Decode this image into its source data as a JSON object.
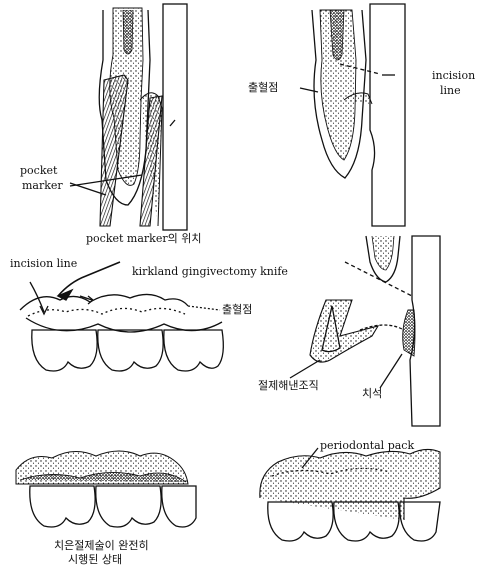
{
  "panels": {
    "pocket_marker": {
      "marker_label_line1": "pocket",
      "marker_label_line2": "marker",
      "caption": "pocket marker의 위치"
    },
    "incision_points": {
      "bleeding_point_label": "출혈점",
      "incision_line_line1": "incision",
      "incision_line_line2": "line"
    },
    "gingivectomy_incision": {
      "incision_line_label": "incision line",
      "knife_label": "kirkland gingivectomy knife",
      "bleeding_point_label": "출혈점"
    },
    "excision": {
      "excised_tissue_label": "절제해낸조직",
      "calculus_label": "치석"
    },
    "completed": {
      "caption_line1": "치은절제술이 완전히",
      "caption_line2": "시행된 상태"
    },
    "pack": {
      "pack_label": "periodontal pack"
    }
  },
  "colors": {
    "ink": "#111111",
    "paper": "#ffffff"
  }
}
